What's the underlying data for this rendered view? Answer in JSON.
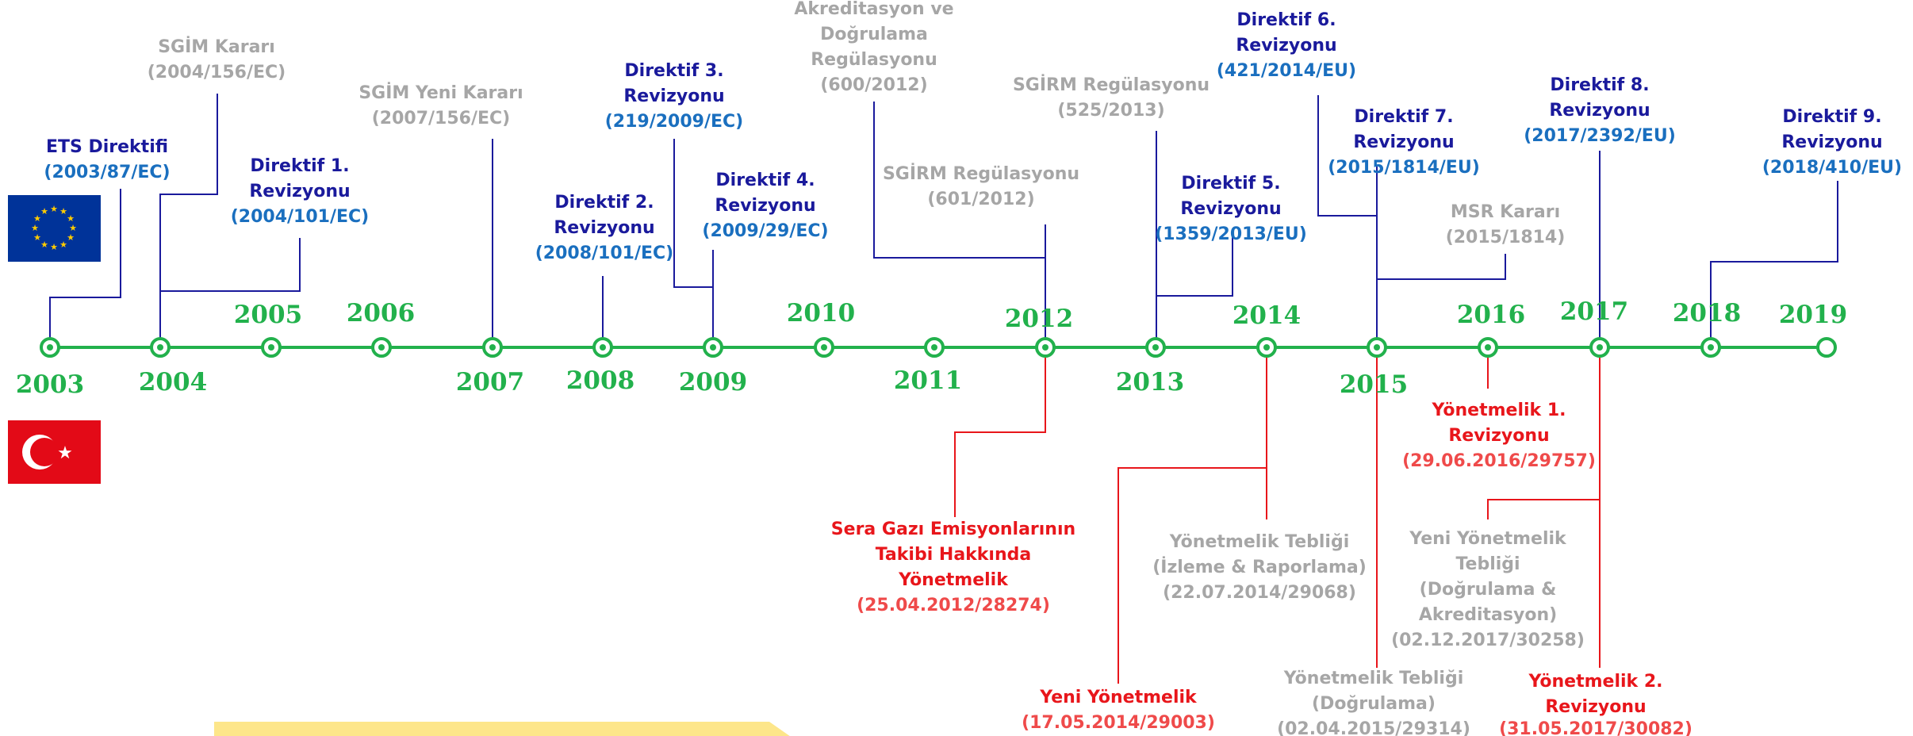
{
  "years": [
    "2003",
    "2004",
    "2005",
    "2006",
    "2007",
    "2008",
    "2009",
    "2010",
    "2011",
    "2012",
    "2013",
    "2014",
    "2015",
    "2016",
    "2017",
    "2018",
    "2019"
  ],
  "eu_events": [
    {
      "lines": [
        "ETS Direktifi"
      ],
      "code": "(2003/87/EC)"
    },
    {
      "lines": [
        "SGİM Kararı"
      ],
      "code": "(2004/156/EC)"
    },
    {
      "lines": [
        "Direktif 1.",
        "Revizyonu"
      ],
      "code": "(2004/101/EC)"
    },
    {
      "lines": [
        "SGİM Yeni Kararı"
      ],
      "code": "(2007/156/EC)"
    },
    {
      "lines": [
        "Direktif 2.",
        "Revizyonu"
      ],
      "code": "(2008/101/EC)"
    },
    {
      "lines": [
        "Direktif 3.",
        "Revizyonu"
      ],
      "code": "(219/2009/EC)"
    },
    {
      "lines": [
        "Direktif 4.",
        "Revizyonu"
      ],
      "code": "(2009/29/EC)"
    },
    {
      "lines": [
        "Akreditasyon ve",
        "Doğrulama",
        "Regülasyonu"
      ],
      "code": "(600/2012)"
    },
    {
      "lines": [
        "SGİRM Regülasyonu"
      ],
      "code": "(601/2012)"
    },
    {
      "lines": [
        "SGİRM Regülasyonu"
      ],
      "code": "(525/2013)"
    },
    {
      "lines": [
        "Direktif 5.",
        "Revizyonu"
      ],
      "code": "(1359/2013/EU)"
    },
    {
      "lines": [
        "Direktif 6.",
        "Revizyonu"
      ],
      "code": "(421/2014/EU)"
    },
    {
      "lines": [
        "Direktif 7.",
        "Revizyonu"
      ],
      "code": "(2015/1814/EU)"
    },
    {
      "lines": [
        "MSR Kararı"
      ],
      "code": "(2015/1814)"
    },
    {
      "lines": [
        "Direktif 8.",
        "Revizyonu"
      ],
      "code": "(2017/2392/EU)"
    },
    {
      "lines": [
        "Direktif 9.",
        "Revizyonu"
      ],
      "code": "(2018/410/EU)"
    }
  ],
  "tr_events": [
    {
      "lines": [
        "Sera Gazı Emisyonlarının",
        "Takibi Hakkında",
        "Yönetmelik"
      ],
      "code": "(25.04.2012/28274)"
    },
    {
      "lines": [
        "Yönetmelik Tebliği",
        "(İzleme & Raporlama)"
      ],
      "code": "(22.07.2014/29068)"
    },
    {
      "lines": [
        "Yeni Yönetmelik"
      ],
      "code": "(17.05.2014/29003)"
    },
    {
      "lines": [
        "Yönetmelik Tebliği",
        "(Doğrulama)"
      ],
      "code": "(02.04.2015/29314)"
    },
    {
      "lines": [
        "Yönetmelik 1.",
        "Revizyonu"
      ],
      "code": "(29.06.2016/29757)"
    },
    {
      "lines": [
        "Yeni Yönetmelik",
        "Tebliği",
        "(Doğrulama &",
        "Akreditasyon)"
      ],
      "code": "(02.12.2017/30258)"
    },
    {
      "lines": [
        "Yönetmelik 2.",
        "Revizyonu"
      ],
      "code": "(31.05.2017/30082)"
    }
  ],
  "colors": {
    "timeline": "#22b14c",
    "eu_title": "#1a1a9c",
    "eu_code": "#1a6fbf",
    "gray": "#a6a6a6",
    "red": "#e8161b",
    "eu_flag": "#003399",
    "eu_star": "#ffcc00",
    "tr_flag": "#e30a17",
    "banner": "#fde68a"
  },
  "icons": {
    "eu_flag": "eu-flag-icon",
    "tr_flag": "turkey-flag-icon"
  }
}
